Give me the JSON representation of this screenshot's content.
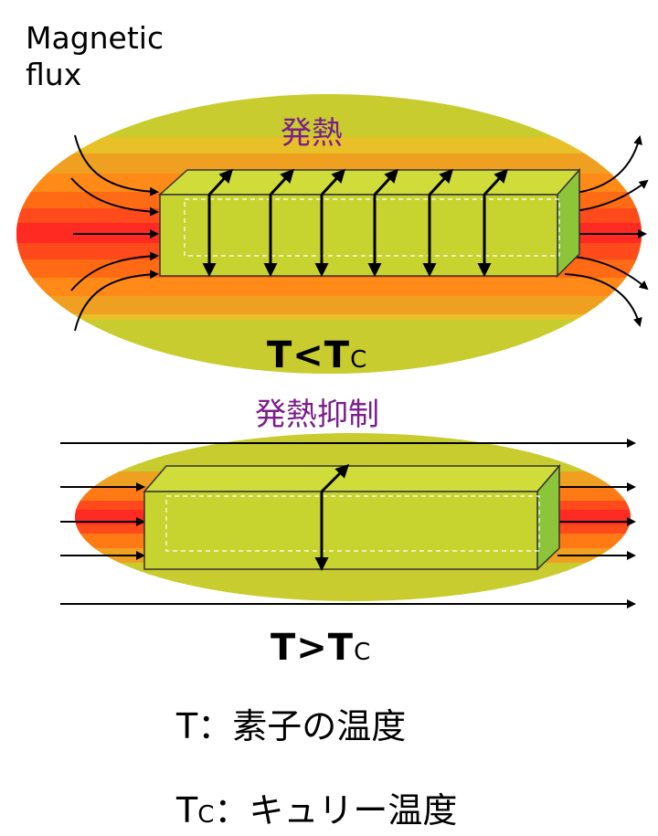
{
  "labels": {
    "flux_line1": "Magnetic",
    "flux_line2": "flux",
    "heat_generation": "発熱",
    "heat_suppression": "発熱抑制"
  },
  "conditions": {
    "below": {
      "base": "T<T",
      "sub": "C"
    },
    "above": {
      "base": "T>T",
      "sub": "C"
    }
  },
  "legend": {
    "t": "T：素子の温度",
    "tc_base": "T",
    "tc_sub": "C",
    "tc_text": "：キュリー温度"
  },
  "colors": {
    "ellipse_outer": "#c8cc2e",
    "band_1": "#f0a020",
    "band_2": "#ff7a10",
    "band_3": "#ff3a20",
    "element_face": "#c7d430",
    "element_side": "#8cc43a",
    "arrow": "#000000",
    "heat_text": "#7a1f8a"
  }
}
